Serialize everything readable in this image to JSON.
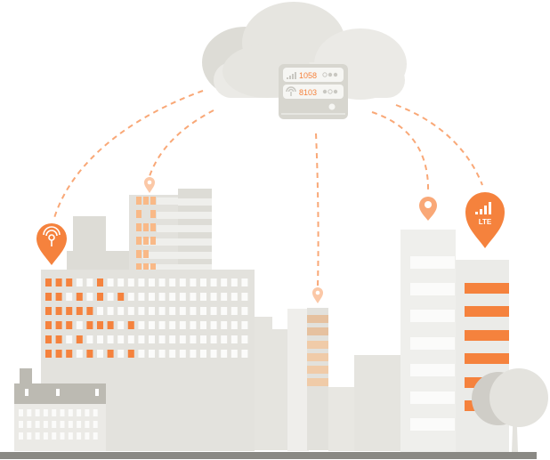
{
  "server": {
    "signal_count": "1058",
    "wifi_count": "8103"
  },
  "lte_pin": {
    "label": "LTE"
  },
  "colors": {
    "accent": "#f5823d",
    "accent_light": "#f9a877",
    "building": "#e2e1dc",
    "building_light": "#efefec",
    "ground": "#8a8984"
  },
  "office_windows_orange": [
    [
      0,
      1,
      2,
      5
    ],
    [
      0,
      1,
      3,
      5,
      7
    ],
    [
      0,
      1,
      2,
      3,
      4
    ],
    [
      0,
      1,
      2,
      4,
      5,
      6,
      8
    ],
    [
      0,
      1,
      3
    ],
    [
      0,
      1,
      2,
      4,
      6,
      8
    ]
  ]
}
